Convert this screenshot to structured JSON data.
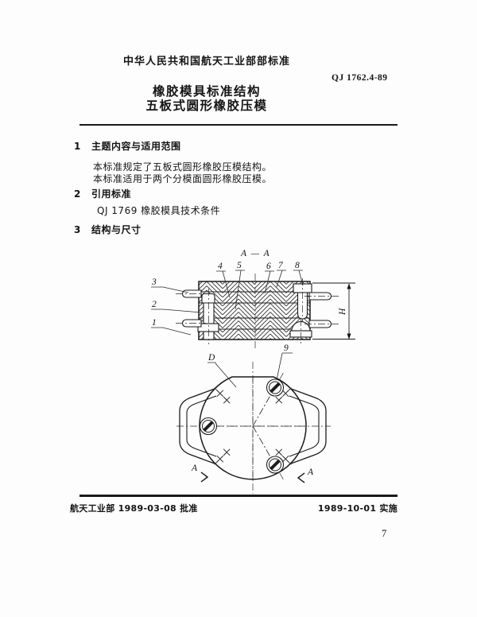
{
  "header": {
    "authority_line": "中华人民共和国航天工业部部标准",
    "standard_number": "QJ 1762.4-89",
    "title_line1": "橡胶模具标准结构",
    "title_line2": "五板式圆形橡胶压模"
  },
  "sections": [
    {
      "number": "1",
      "heading": "主题内容与适用范围",
      "paragraphs": [
        "本标准规定了五板式圆形橡胶压模结构。",
        "本标准适用于两个分模面圆形橡胶压模。"
      ]
    },
    {
      "number": "2",
      "heading": "引用标准",
      "paragraphs": [
        "QJ 1769  橡胶模具技术条件"
      ]
    },
    {
      "number": "3",
      "heading": "结构与尺寸",
      "paragraphs": []
    }
  ],
  "figure": {
    "section_title": "A — A",
    "part_labels": [
      "1",
      "2",
      "3",
      "4",
      "5",
      "6",
      "7",
      "8",
      "9"
    ],
    "dim_height": "H",
    "datum_label": "D",
    "section_mark": "A"
  },
  "footer": {
    "approval": "航天工业部 1989-03-08 批准",
    "implementation": "1989-10-01 实施",
    "page_number": "7"
  }
}
